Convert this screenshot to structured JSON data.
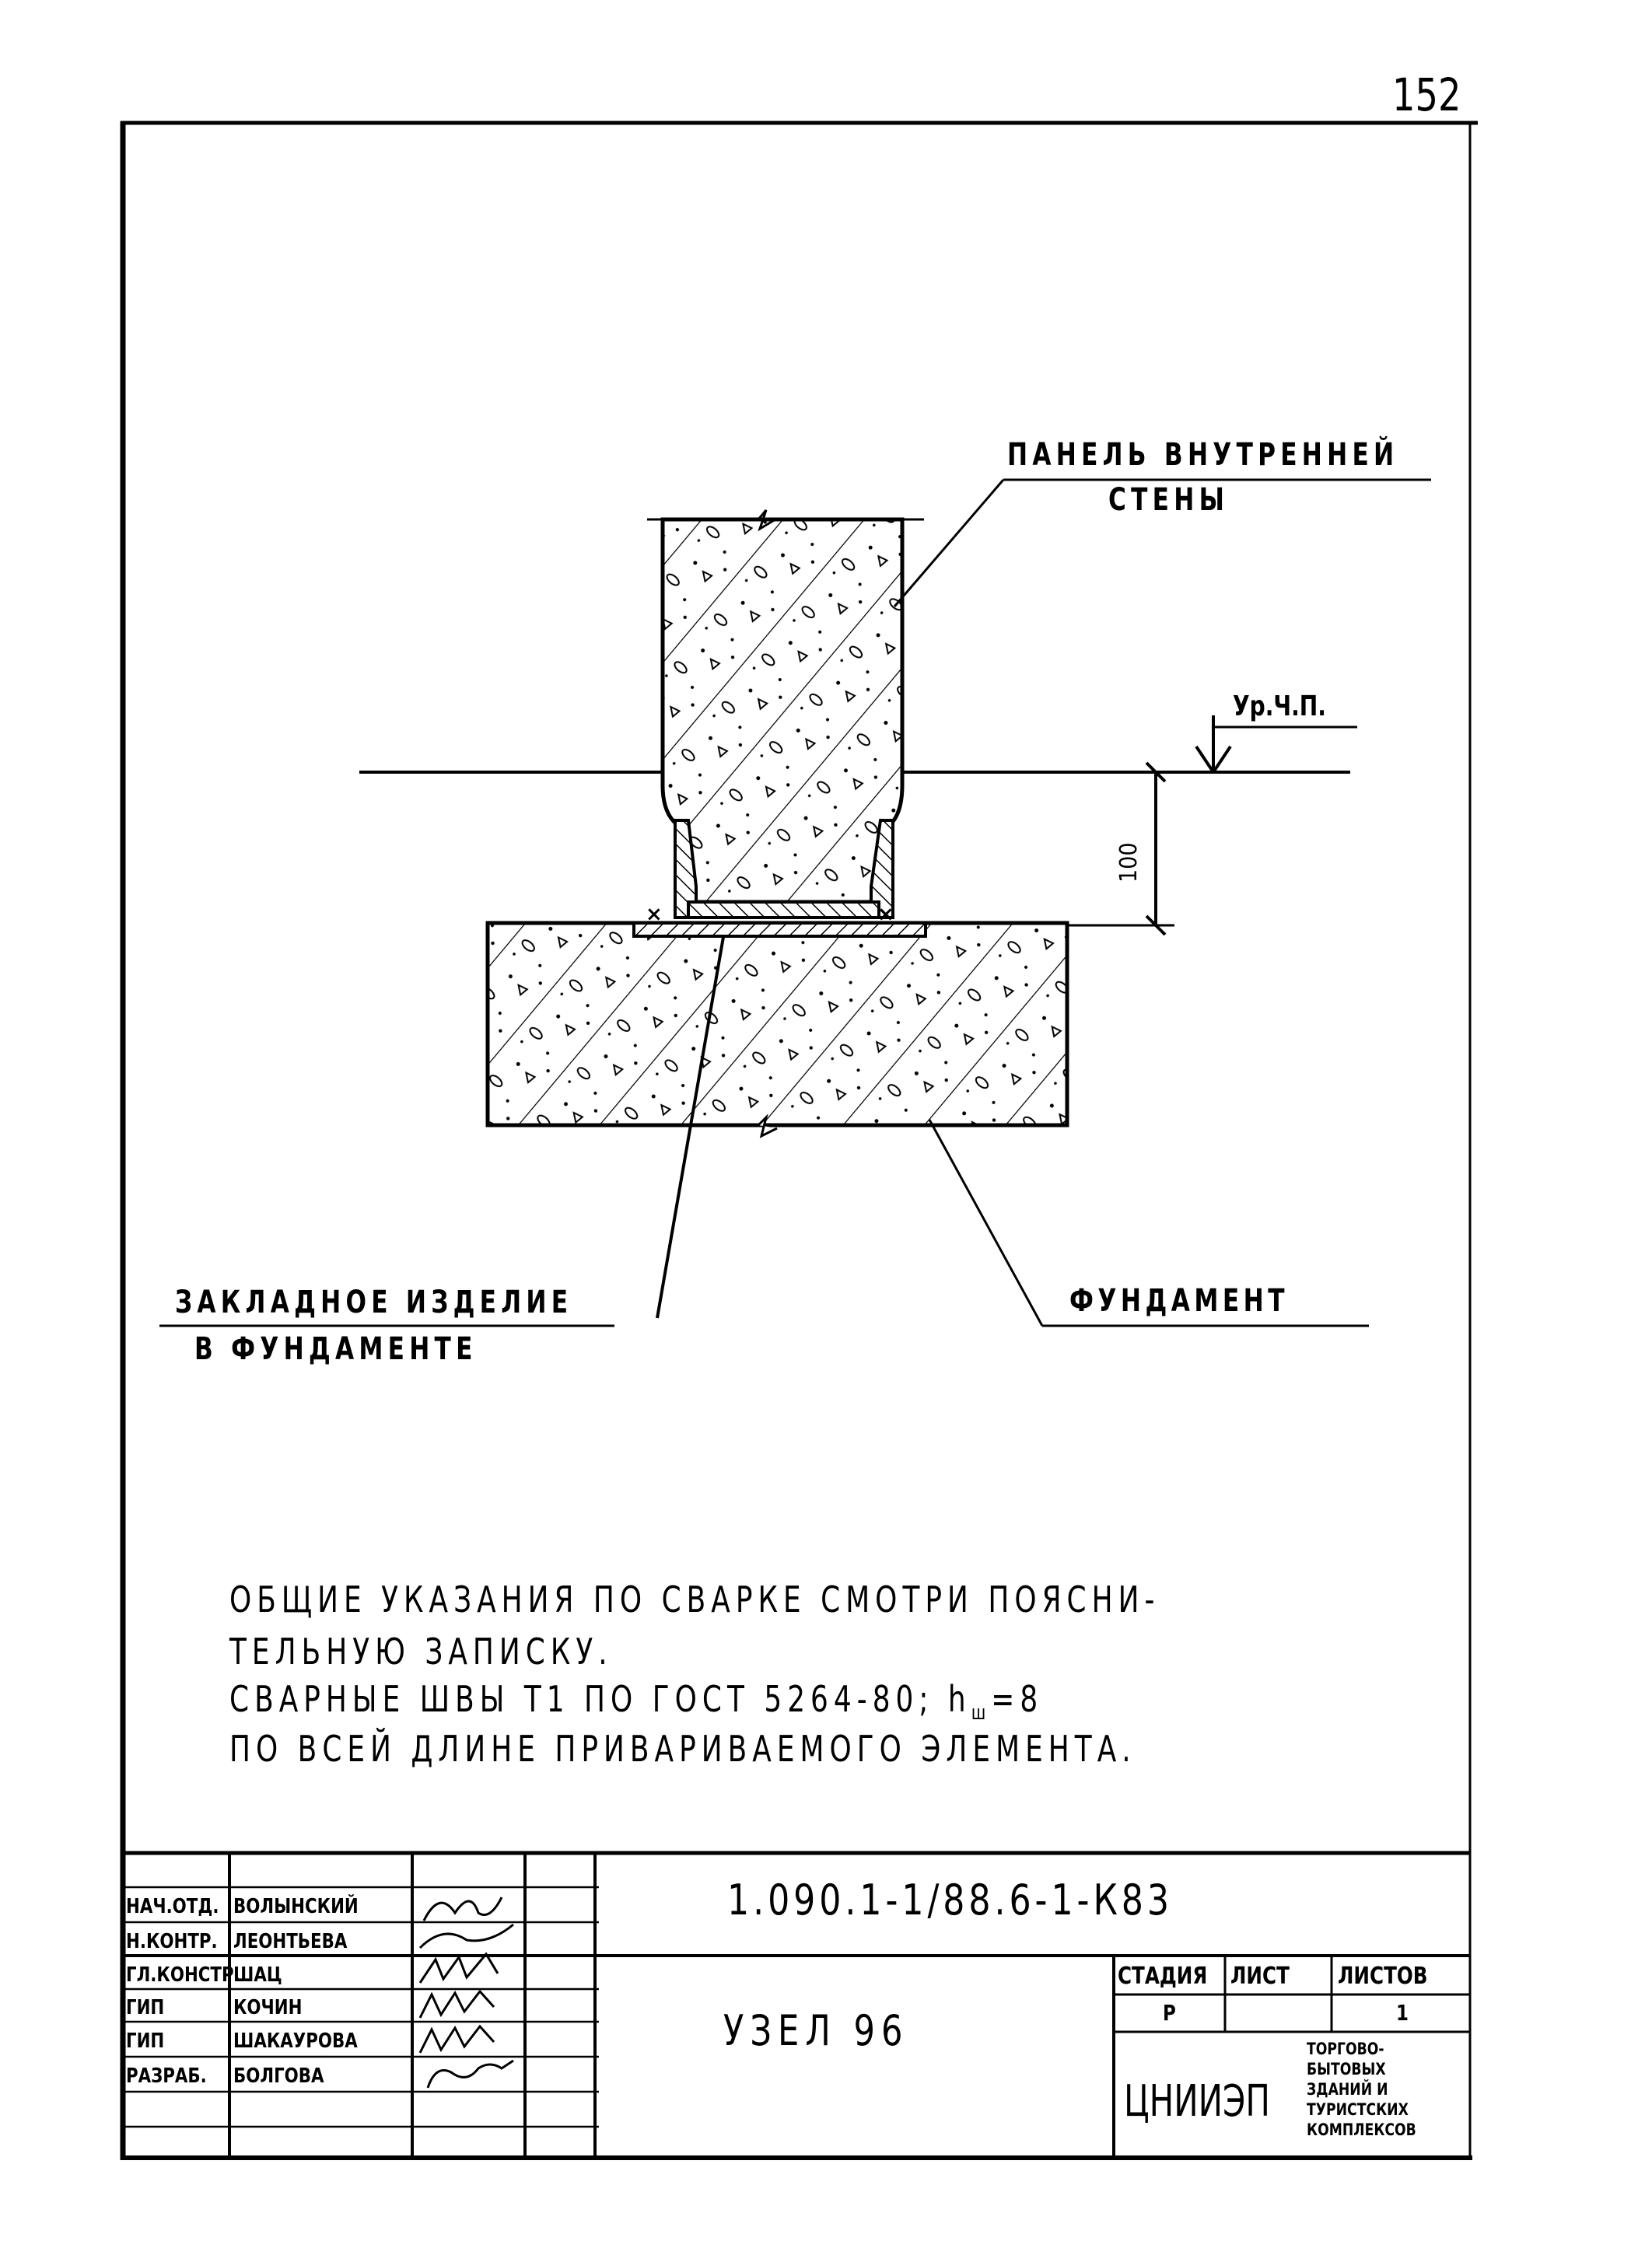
{
  "page_number": "152",
  "drawing": {
    "labels": {
      "wall_panel_line1": "ПАНЕЛЬ ВНУТРЕННЕЙ",
      "wall_panel_line2": "СТЕНЫ",
      "floor_level": "Ур.Ч.П.",
      "dimension_100": "100",
      "embedded_part_line1": "ЗАКЛАДНОЕ ИЗДЕЛИЕ",
      "embedded_part_line2": "В ФУНДАМЕНТЕ",
      "foundation": "ФУНДАМЕНТ"
    }
  },
  "notes": {
    "line1": "ОБЩИЕ УКАЗАНИЯ ПО СВАРКЕ СМОТРИ ПОЯСНИ-",
    "line2": "ТЕЛЬНУЮ ЗАПИСКУ.",
    "line3_prefix": "СВАРНЫЕ ШВЫ  Т1  ПО ГОСТ 5264-80; h",
    "line3_sub": "ш",
    "line3_suffix": "=8",
    "line4": "ПО ВСЕЙ ДЛИНЕ ПРИВАРИВАЕМОГО ЭЛЕМЕНТА."
  },
  "title_block": {
    "document_code": "1.090.1-1/88.6-1-К83",
    "sheet_title": "УЗЕЛ 96",
    "stage_header": "СТАДИЯ",
    "sheet_header": "ЛИСТ",
    "sheets_header": "ЛИСТОВ",
    "stage_value": "Р",
    "sheet_value": "",
    "sheets_value": "1",
    "organization": "ЦНИИЭП",
    "org_department": [
      "ТОРГОВО-",
      "БЫТОВЫХ",
      "ЗДАНИЙ И",
      "ТУРИСТСКИХ",
      "КОМПЛЕКСОВ"
    ],
    "signatories": [
      {
        "role": "НАЧ.ОТД.",
        "name": "ВОЛЫНСКИЙ"
      },
      {
        "role": "Н.КОНТР.",
        "name": "ЛЕОНТЬЕВА"
      },
      {
        "role": "ГЛ.КОНСТР.",
        "name": "ШАЦ"
      },
      {
        "role": "ГИП",
        "name": "КОЧИН"
      },
      {
        "role": "ГИП",
        "name": "ШАКАУРОВА"
      },
      {
        "role": "РАЗРАБ.",
        "name": "БОЛГОВА"
      }
    ]
  },
  "colors": {
    "ink": "#000000",
    "paper": "#ffffff"
  }
}
